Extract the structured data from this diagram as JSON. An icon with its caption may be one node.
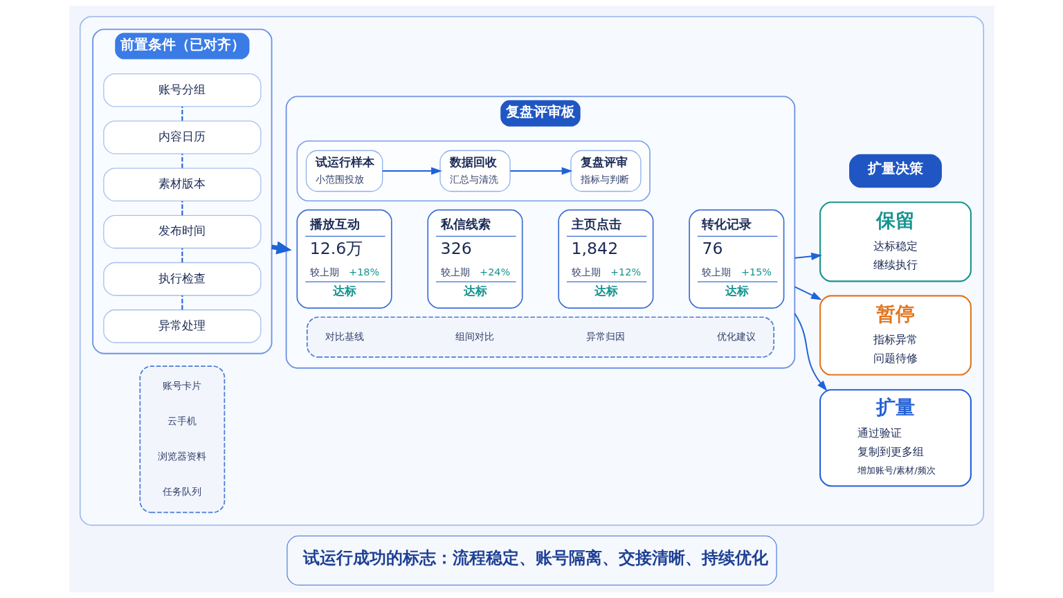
{
  "diagram": {
    "caption": "试运行成功的标志：流程稳定、账号隔离、交接清晰、持续优化",
    "nodes": [
      {
        "text": [],
        "shape": "box"
      },
      {
        "text": [
          "前置条件（已对齐）"
        ],
        "in": 0
      },
      {
        "text": [
          "账号分组"
        ],
        "in": 1
      },
      {
        "text": [
          "内容日历"
        ],
        "in": 1
      },
      {
        "text": [
          "素材版本"
        ],
        "in": 1
      },
      {
        "text": [
          "发布时间"
        ],
        "in": 1
      },
      {
        "text": [
          "执行检查"
        ],
        "in": 1
      },
      {
        "text": [
          "异常处理"
        ],
        "in": 1
      },
      {
        "text": [],
        "shape": "box",
        "in": 0
      },
      {
        "text": [
          "账号卡片"
        ],
        "in": 8
      },
      {
        "text": [
          "云手机"
        ],
        "in": 8
      },
      {
        "text": [
          "浏览器资料"
        ],
        "in": 8
      },
      {
        "text": [
          "任务队列"
        ],
        "in": 8
      },
      {
        "text": [
          "复盘评审板"
        ],
        "in": 0
      },
      {
        "text": [],
        "shape": "box",
        "in": 13
      },
      {
        "text": [
          "试运行样本",
          "小范围投放"
        ],
        "in": 14
      },
      {
        "text": [
          "数据回收",
          "汇总与清洗"
        ],
        "in": 14
      },
      {
        "text": [
          "复盘评审",
          "指标与判断"
        ],
        "in": 14
      },
      {
        "text": [
          "播放互动",
          "12.6万",
          "较上期",
          "+18%",
          "达标"
        ],
        "in": 13
      },
      {
        "text": [
          "私信线索",
          "326",
          "较上期",
          "+24%",
          "达标"
        ],
        "in": 13
      },
      {
        "text": [
          "主页点击",
          "1,842",
          "较上期",
          "+12%",
          "达标"
        ],
        "in": 13
      },
      {
        "text": [
          "转化记录",
          "76",
          "较上期",
          "+15%",
          "达标"
        ],
        "in": 13
      },
      {
        "text": [],
        "shape": "box",
        "in": 13
      },
      {
        "text": [
          "对比基线"
        ],
        "in": 22
      },
      {
        "text": [
          "组间对比"
        ],
        "in": 22
      },
      {
        "text": [
          "异常归因"
        ],
        "in": 22
      },
      {
        "text": [
          "优化建议"
        ],
        "in": 22
      },
      {
        "text": [
          "扩量决策"
        ],
        "in": 0
      },
      {
        "text": [
          "保留",
          "达标稳定",
          "继续执行"
        ],
        "in": 0
      },
      {
        "text": [
          "暂停",
          "指标异常",
          "问题待修"
        ],
        "in": 0
      },
      {
        "text": [
          "扩量",
          "通过验证",
          "复制到更多组",
          "增加账号/素材/频次"
        ],
        "in": 0
      }
    ],
    "edges": [
      {
        "from": 3,
        "to": 2,
        "arrow": "none",
        "style": "dashed"
      },
      {
        "from": 4,
        "to": 3,
        "arrow": "none",
        "style": "dashed"
      },
      {
        "from": 5,
        "to": 4,
        "arrow": "none",
        "style": "dashed"
      },
      {
        "from": 6,
        "to": 5,
        "arrow": "none",
        "style": "dashed"
      },
      {
        "from": 7,
        "to": 6,
        "arrow": "none",
        "style": "dashed"
      },
      {
        "from": 15,
        "to": 16,
        "arrow": "to"
      },
      {
        "from": 16,
        "to": 17,
        "arrow": "to"
      },
      {
        "from": 1,
        "to": 13,
        "arrow": "to",
        "style": "thick"
      },
      {
        "from": 13,
        "to": 28,
        "arrow": "to"
      },
      {
        "from": 13,
        "to": 29,
        "arrow": "to"
      },
      {
        "from": 13,
        "to": 30,
        "arrow": "to"
      }
    ]
  }
}
